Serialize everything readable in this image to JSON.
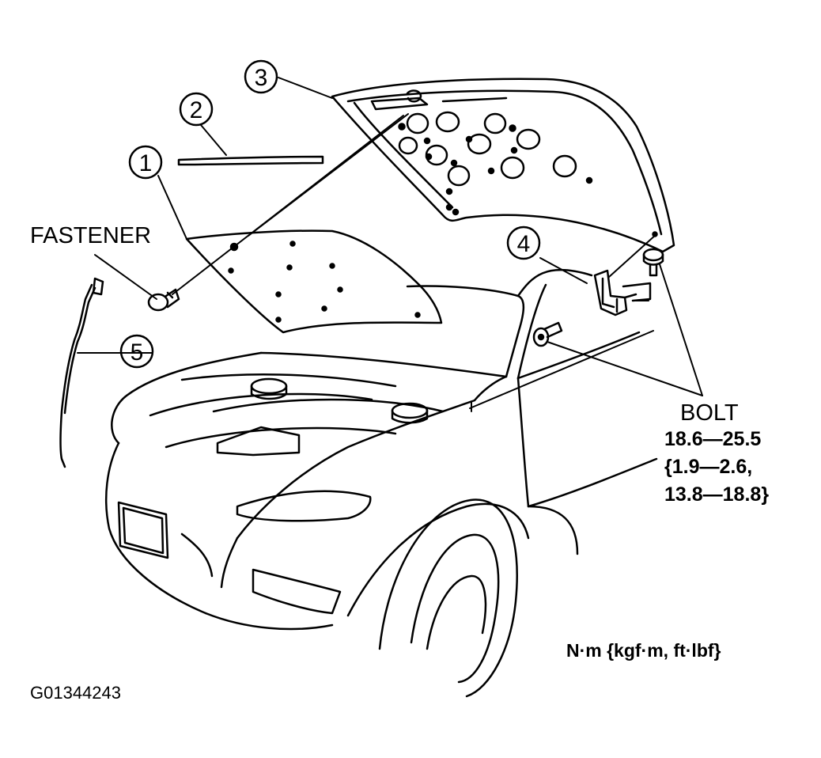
{
  "callouts": [
    {
      "number": "1"
    },
    {
      "number": "2"
    },
    {
      "number": "3"
    },
    {
      "number": "4"
    },
    {
      "number": "5"
    }
  ],
  "labels": {
    "fastener": "FASTENER",
    "bolt": "BOLT",
    "bolt_spec": [
      "18.6—25.5",
      "{1.9—2.6,",
      "13.8—18.8}"
    ],
    "units": "N·m {kgf·m, ft·lbf}",
    "figure_id": "G01344243"
  },
  "colors": {
    "line": "#000000",
    "background": "#ffffff"
  }
}
